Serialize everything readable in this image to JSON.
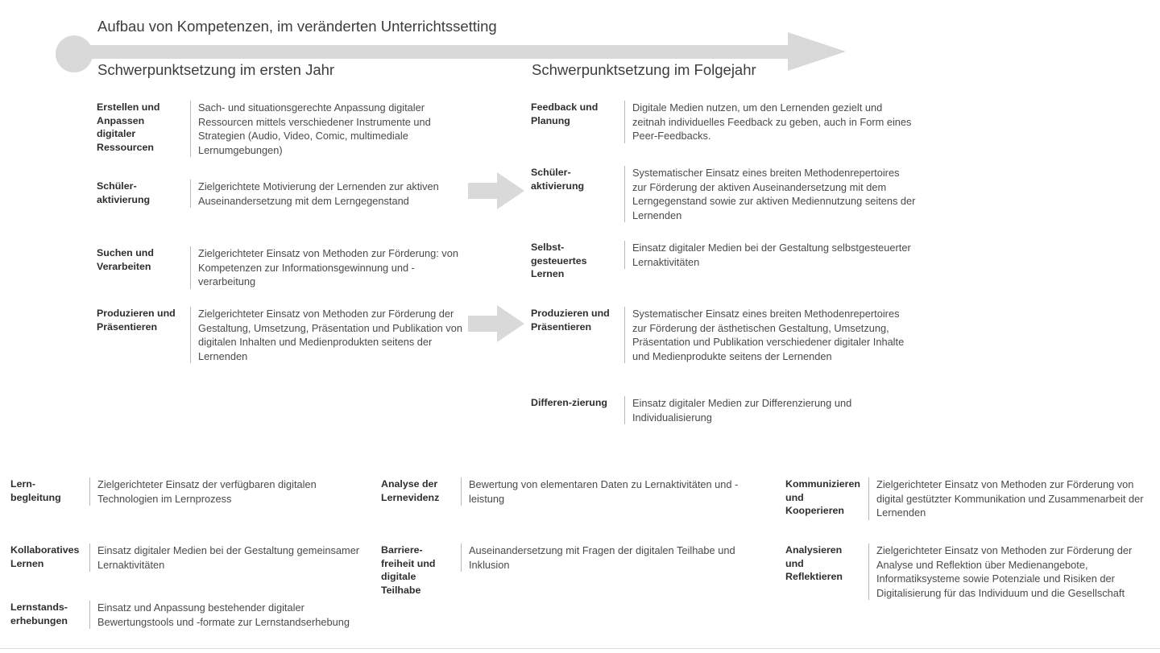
{
  "banner": {
    "title": "Aufbau von Kompetenzen, im veränderten Unterrichtssetting",
    "phases": [
      {
        "label": "Schwerpunktsetzung im ersten Jahr"
      },
      {
        "label": "Schwerpunktsetzung im Folgejahr"
      }
    ]
  },
  "colA": {
    "rows": [
      {
        "label": "Erstellen und Anpassen digitaler Ressourcen",
        "desc": "Sach- und situationsgerechte Anpassung digitaler Ressourcen mittels verschiedener Instrumente und Strategien (Audio, Video, Comic, multimediale Lernumgebungen)"
      },
      {
        "label": "Schüler-aktivierung",
        "desc": "Zielgerichtete Motivierung der Lernenden zur aktiven Auseinandersetzung mit dem Lerngegenstand"
      },
      {
        "label": "Suchen und Verarbeiten",
        "desc": "Zielgerichteter Einsatz von Methoden zur Förderung: von Kompetenzen zur Informationsgewinnung und -verarbeitung"
      },
      {
        "label": "Produzieren und Präsentieren",
        "desc": "Zielgerichteter Einsatz von Methoden zur Förderung der Gestaltung, Umsetzung, Präsentation und Publikation von digitalen Inhalten und Medienprodukten seitens der Lernenden"
      }
    ]
  },
  "colB": {
    "rows": [
      {
        "label": "Feedback und Planung",
        "desc": "Digitale Medien nutzen, um den Lernenden gezielt und zeitnah individuelles Feedback zu geben, auch in Form eines Peer-Feedbacks."
      },
      {
        "label": "Schüler-aktivierung",
        "desc": "Systematischer Einsatz eines breiten Methodenrepertoires zur Förderung der aktiven Auseinandersetzung mit dem Lerngegenstand sowie zur aktiven Mediennutzung seitens der Lernenden"
      },
      {
        "label": "Selbst-gesteuertes Lernen",
        "desc": "Einsatz digitaler Medien bei der Gestaltung selbstgesteuerter Lernaktivitäten"
      },
      {
        "label": "Produzieren und Präsentieren",
        "desc": "Systematischer Einsatz eines breiten Methodenrepertoires zur Förderung der ästhetischen Gestaltung, Umsetzung, Präsentation und Publikation verschiedener digitaler Inhalte und Medienprodukte seitens der Lernenden"
      },
      {
        "label": "Differen-zierung",
        "desc": "Einsatz digitaler Medien zur Differenzierung und Individualisierung"
      }
    ]
  },
  "colC": {
    "rows": [
      {
        "label": "Lern-begleitung",
        "desc": "Zielgerichteter Einsatz der verfügbaren digitalen Technologien im Lernprozess"
      },
      {
        "label": "Kollaboratives Lernen",
        "desc": "Einsatz digitaler Medien bei der Gestaltung gemeinsamer Lernaktivitäten"
      },
      {
        "label": "Lernstands-erhebungen",
        "desc": "Einsatz und Anpassung bestehender digitaler Bewertungstools und -formate zur Lernstandserhebung"
      }
    ]
  },
  "colD": {
    "rows": [
      {
        "label": "Analyse der Lernevidenz",
        "desc": "Bewertung von elementaren Daten zu Lernaktivitäten und -leistung"
      },
      {
        "label": "Barriere-freiheit und digitale Teilhabe",
        "desc": "Auseinandersetzung mit Fragen der digitalen Teilhabe und Inklusion"
      }
    ]
  },
  "colE": {
    "rows": [
      {
        "label": "Kommunizieren und Kooperieren",
        "desc": "Zielgerichteter Einsatz von Methoden zur Förderung von digital gestützter Kommunikation und Zusammenarbeit der Lernenden"
      },
      {
        "label": "Analysieren und Reflektieren",
        "desc": "Zielgerichteter Einsatz von Methoden zur Förderung der Analyse und Reflektion über Medienangebote, Informatiksysteme sowie Potenziale und Risiken der Digitalisierung für das Individuum und die Gesellschaft"
      }
    ]
  },
  "colors": {
    "arrow_gray": "#d9d9d9",
    "divider_gray": "#b8b8b8",
    "text_dark": "#2e2e2e",
    "text_body": "#4a4a4a"
  }
}
